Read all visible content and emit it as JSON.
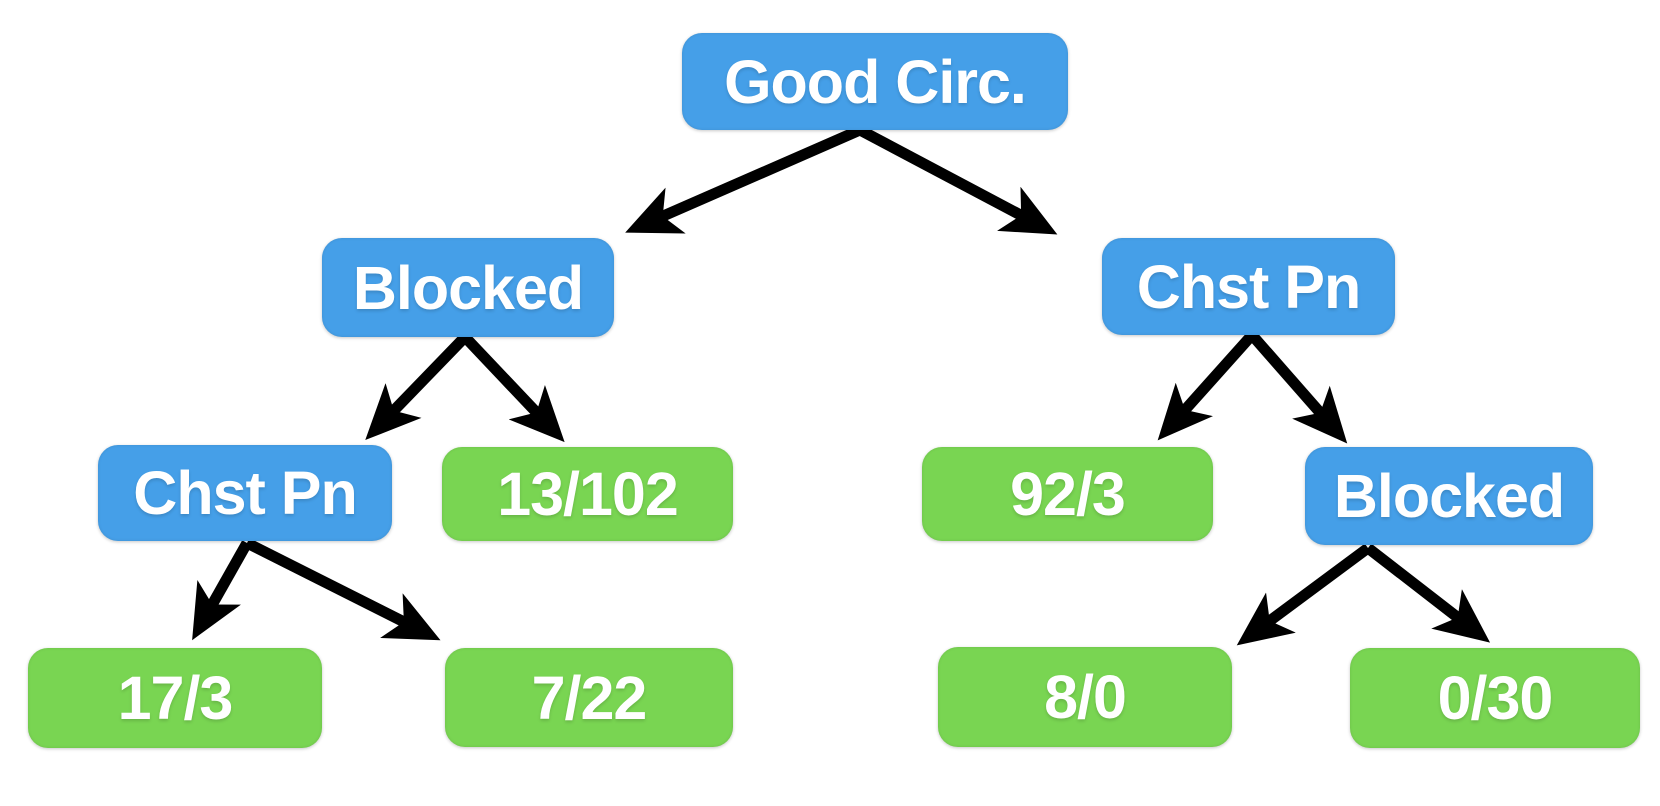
{
  "diagram": {
    "type": "decision-tree",
    "background": "#ffffff",
    "colors": {
      "decision_node": "#459fe8",
      "outcome_node": "#79d552",
      "node_text": "#ffffff",
      "arrow": "#000000"
    },
    "nodes": [
      {
        "id": "good-circ",
        "label": "Good Circ.",
        "kind": "decision",
        "level": 0
      },
      {
        "id": "blocked-left",
        "label": "Blocked",
        "kind": "decision",
        "level": 1
      },
      {
        "id": "chst-pn-right",
        "label": "Chst Pn",
        "kind": "decision",
        "level": 1
      },
      {
        "id": "chst-pn-left",
        "label": "Chst Pn",
        "kind": "decision",
        "level": 2
      },
      {
        "id": "13-102",
        "label": "13/102",
        "kind": "outcome",
        "level": 2
      },
      {
        "id": "92-3",
        "label": "92/3",
        "kind": "outcome",
        "level": 2
      },
      {
        "id": "blocked-right",
        "label": "Blocked",
        "kind": "decision",
        "level": 2
      },
      {
        "id": "17-3",
        "label": "17/3",
        "kind": "outcome",
        "level": 3
      },
      {
        "id": "7-22",
        "label": "7/22",
        "kind": "outcome",
        "level": 3
      },
      {
        "id": "8-0",
        "label": "8/0",
        "kind": "outcome",
        "level": 3
      },
      {
        "id": "0-30",
        "label": "0/30",
        "kind": "outcome",
        "level": 3
      }
    ],
    "edges": [
      {
        "from": "good-circ",
        "to": "blocked-left"
      },
      {
        "from": "good-circ",
        "to": "chst-pn-right"
      },
      {
        "from": "blocked-left",
        "to": "chst-pn-left"
      },
      {
        "from": "blocked-left",
        "to": "13-102"
      },
      {
        "from": "chst-pn-right",
        "to": "92-3"
      },
      {
        "from": "chst-pn-right",
        "to": "blocked-right"
      },
      {
        "from": "chst-pn-left",
        "to": "17-3"
      },
      {
        "from": "chst-pn-left",
        "to": "7-22"
      },
      {
        "from": "blocked-right",
        "to": "8-0"
      },
      {
        "from": "blocked-right",
        "to": "0-30"
      }
    ]
  }
}
